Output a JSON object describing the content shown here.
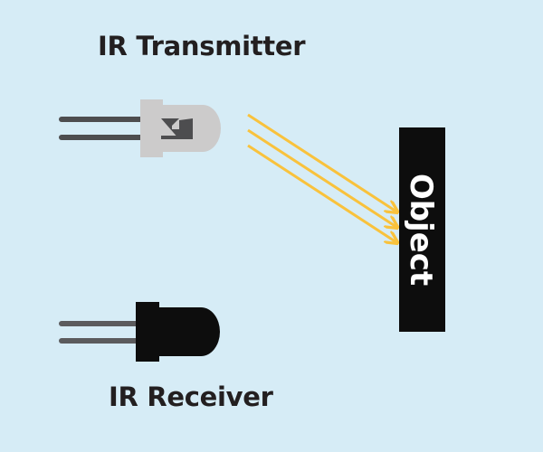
{
  "title": "IR Transmitter and Receiver diagram",
  "labels": {
    "transmitter": "IR Transmitter",
    "receiver": "IR Receiver",
    "object": "Object"
  },
  "colors": {
    "background": "#d6ecf6",
    "transmitter_body": "#cccbcb",
    "receiver_body": "#0d0d0d",
    "leads": "#4d4d4f",
    "rays": "#f9c23c",
    "object": "#0d0d0d"
  },
  "components": [
    {
      "id": "transmitter",
      "type": "LED",
      "lead_count": 2
    },
    {
      "id": "receiver",
      "type": "photodiode",
      "lead_count": 2
    },
    {
      "id": "object",
      "type": "reflector"
    }
  ],
  "rays": {
    "count": 3,
    "direction": "transmitter-to-object"
  }
}
